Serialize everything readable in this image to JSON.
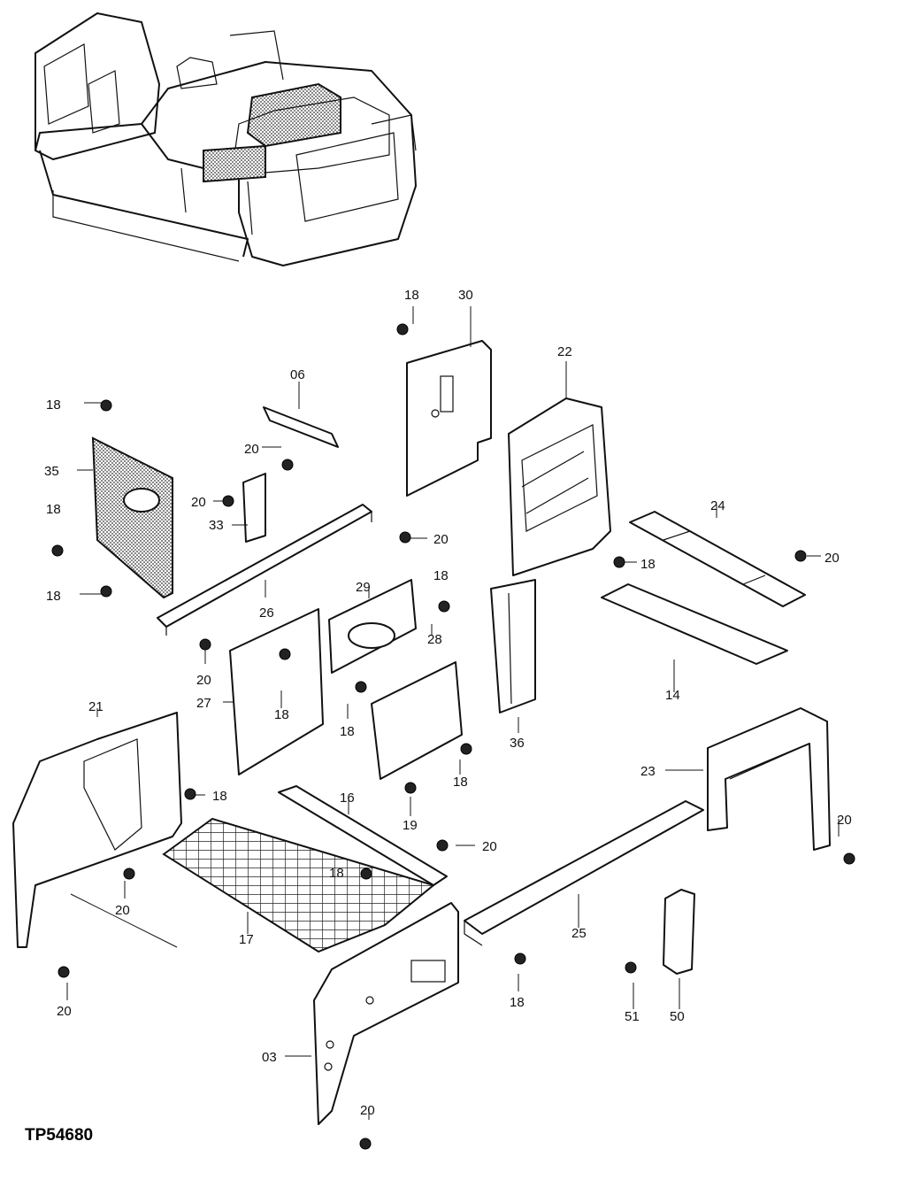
{
  "drawing_code": "TP54680",
  "callouts": [
    {
      "label": "18"
    },
    {
      "label": "30"
    },
    {
      "label": "22"
    },
    {
      "label": "06"
    },
    {
      "label": "18"
    },
    {
      "label": "35"
    },
    {
      "label": "20"
    },
    {
      "label": "20"
    },
    {
      "label": "33"
    },
    {
      "label": "18"
    },
    {
      "label": "20"
    },
    {
      "label": "24"
    },
    {
      "label": "18"
    },
    {
      "label": "20"
    },
    {
      "label": "18"
    },
    {
      "label": "18"
    },
    {
      "label": "29"
    },
    {
      "label": "26"
    },
    {
      "label": "20"
    },
    {
      "label": "28"
    },
    {
      "label": "14"
    },
    {
      "label": "27"
    },
    {
      "label": "18"
    },
    {
      "label": "18"
    },
    {
      "label": "36"
    },
    {
      "label": "21"
    },
    {
      "label": "18"
    },
    {
      "label": "23"
    },
    {
      "label": "19"
    },
    {
      "label": "16"
    },
    {
      "label": "18"
    },
    {
      "label": "20"
    },
    {
      "label": "20"
    },
    {
      "label": "18"
    },
    {
      "label": "20"
    },
    {
      "label": "17"
    },
    {
      "label": "25"
    },
    {
      "label": "20"
    },
    {
      "label": "18"
    },
    {
      "label": "51"
    },
    {
      "label": "50"
    },
    {
      "label": "03"
    },
    {
      "label": "20"
    }
  ]
}
